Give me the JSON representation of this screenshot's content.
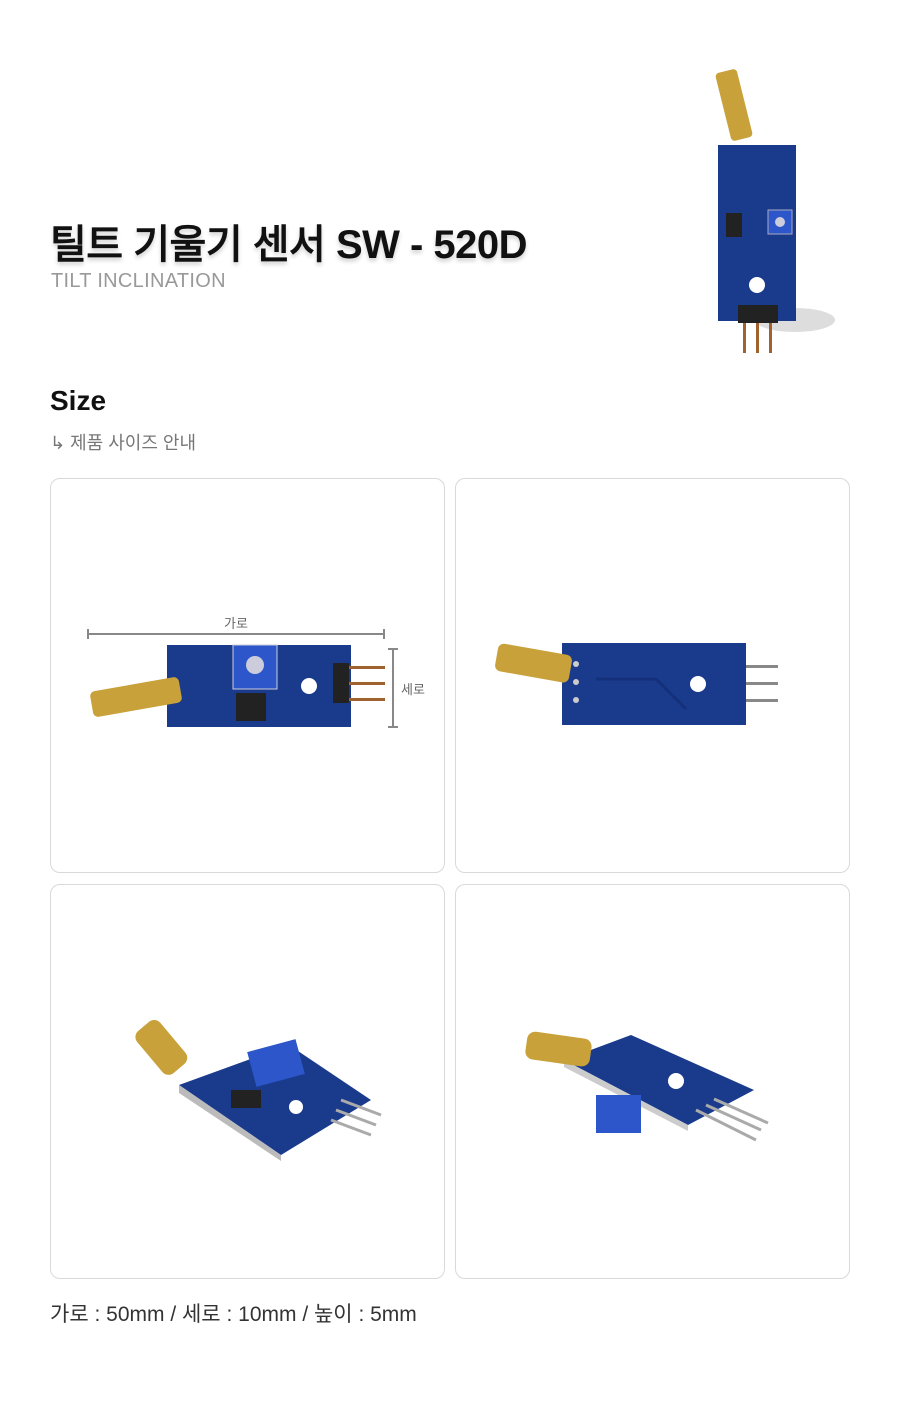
{
  "header": {
    "title": "틸트 기울기 센서 SW - 520D",
    "subtitle": "TILT INCLINATION"
  },
  "size_section": {
    "heading": "Size",
    "subheading": "↳ 제품 사이즈 안내"
  },
  "diagram": {
    "width_label": "가로",
    "height_label": "세로"
  },
  "footer": {
    "dimensions": "가로 : 50mm / 세로 : 10mm / 높이 : 5mm"
  },
  "colors": {
    "pcb": "#1a3a8c",
    "brass": "#c9a13a"
  }
}
